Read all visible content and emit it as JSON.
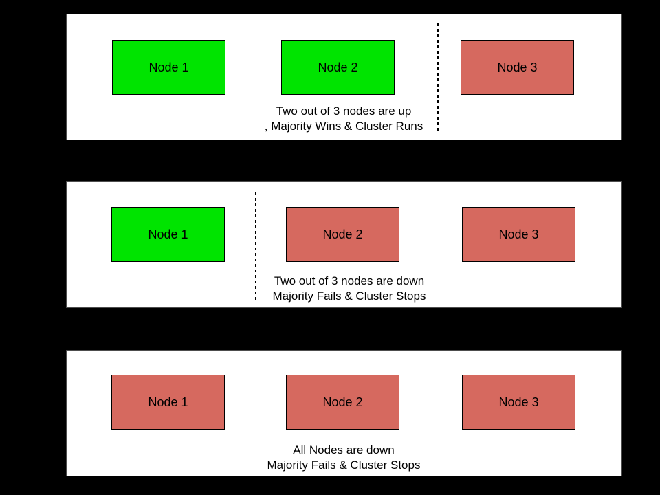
{
  "colors": {
    "background": "#000000",
    "panel-bg": "#ffffff",
    "panel-border": "#4d4d4d",
    "node-up-fill": "#00e400",
    "node-down-fill": "#d6695f",
    "node-border": "#000000",
    "divider-color": "#000000",
    "text-color": "#000000"
  },
  "panels": [
    {
      "nodes": [
        {
          "label": "Node 1",
          "status": "up"
        },
        {
          "label": "Node 2",
          "status": "up"
        },
        {
          "label": "Node 3",
          "status": "down"
        }
      ],
      "caption": {
        "line1": "Two out of 3 nodes are up",
        "line2": ", Majority Wins & Cluster Runs"
      }
    },
    {
      "nodes": [
        {
          "label": "Node 1",
          "status": "up"
        },
        {
          "label": "Node 2",
          "status": "down"
        },
        {
          "label": "Node 3",
          "status": "down"
        }
      ],
      "caption": {
        "line1": "Two out of 3 nodes are down",
        "line2": "Majority Fails & Cluster Stops"
      }
    },
    {
      "nodes": [
        {
          "label": "Node 1",
          "status": "down"
        },
        {
          "label": "Node 2",
          "status": "down"
        },
        {
          "label": "Node 3",
          "status": "down"
        }
      ],
      "caption": {
        "line1": "All Nodes are down",
        "line2": "Majority Fails & Cluster Stops"
      }
    }
  ]
}
